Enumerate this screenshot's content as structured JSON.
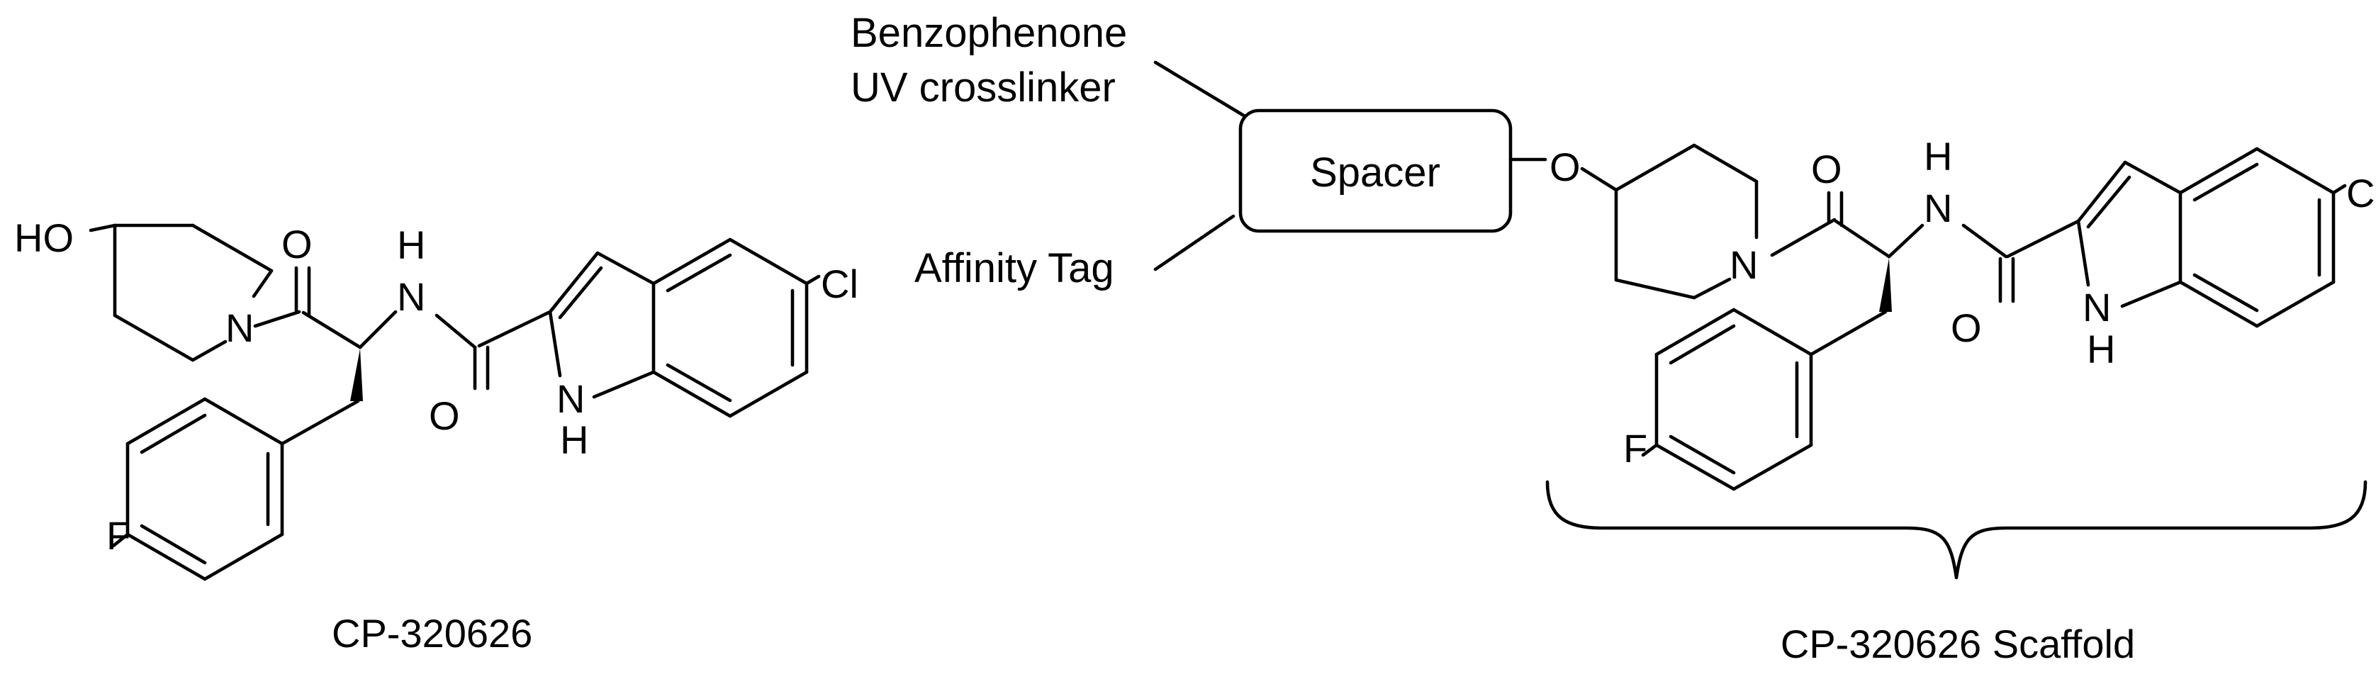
{
  "left_molecule": {
    "atoms": {
      "ho": "HO",
      "n_pip": "N",
      "o_amide": "O",
      "nh_h": "H",
      "nh_n": "N",
      "o_carbonyl": "O",
      "indole_n": "N",
      "indole_h": "H",
      "cl": "Cl",
      "f": "F"
    },
    "caption": "CP-320626"
  },
  "right_molecule": {
    "annotations": {
      "benzophenone": "Benzophenone",
      "uv": "UV crosslinker",
      "affinity": "Affinity Tag",
      "spacer": "Spacer"
    },
    "atoms": {
      "o_ether": "O",
      "n_pip": "N",
      "o_amide": "O",
      "nh_h": "H",
      "nh_n": "N",
      "o_carbonyl": "O",
      "indole_n": "N",
      "indole_h": "H",
      "cl": "Cl",
      "f": "F"
    },
    "caption": "CP-320626 Scaffold"
  }
}
